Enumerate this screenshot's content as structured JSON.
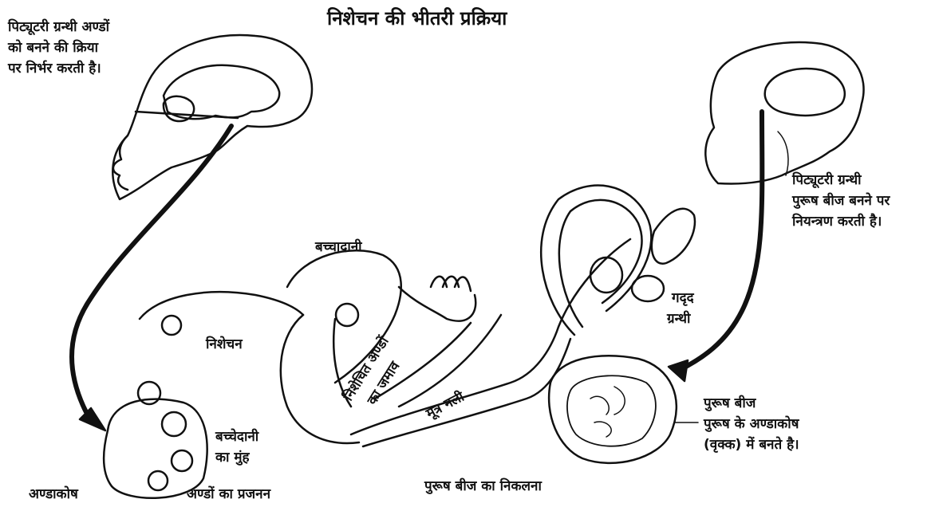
{
  "title": "निशेचन की भीतरी प्रक्रिया",
  "labels": {
    "female_pituitary": [
      "पिट्यूटरी ग्रन्थी अण्डों",
      "को बनने की क्रिया",
      "पर निर्भर करती है।"
    ],
    "male_pituitary": [
      "पिट्यूटरी ग्रन्थी",
      "पुरूष बीज बनने पर",
      "नियन्त्रण करती है।"
    ],
    "uterus": "बच्चादानी",
    "fertilization": "निशेचन",
    "implantation": [
      "निशेचित अण्डों",
      "का जमाव"
    ],
    "urethra": "मूत्र नली",
    "prostate": [
      "गदृद",
      "ग्रन्थी"
    ],
    "cervix": [
      "बच्चेदानी",
      "का मुंह"
    ],
    "sperm": [
      "पुरूष बीज",
      "पुरूष के अण्डाकोष",
      "(वृक्क) में बनते है।"
    ],
    "ovary": "अण्डाकोष",
    "egg_production": "अण्डों का प्रजनन",
    "ejaculation": "पुरूष बीज का निकलना"
  },
  "colors": {
    "ink": "#111111",
    "background": "#ffffff"
  }
}
